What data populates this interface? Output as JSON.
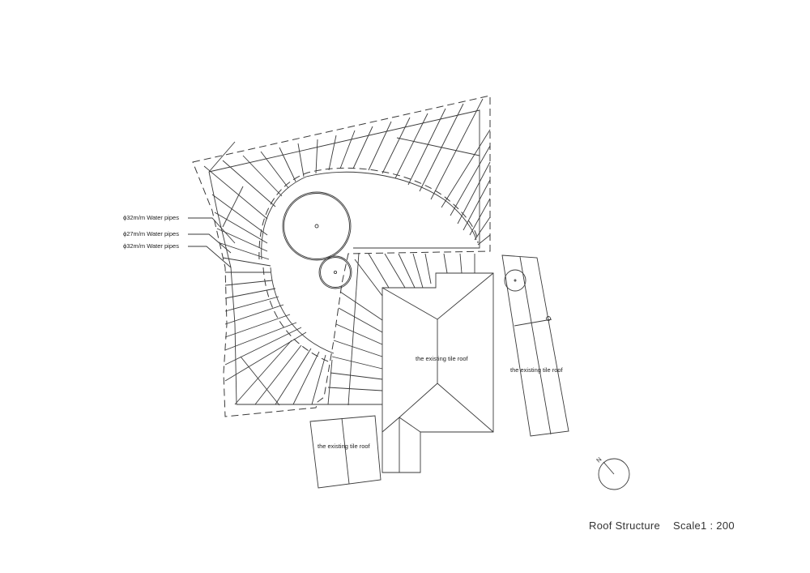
{
  "drawing": {
    "title": "Roof Structure",
    "scale": "Scale1 : 200"
  },
  "callouts": [
    {
      "label": "ϕ32m/m Water pipes"
    },
    {
      "label": "ϕ27m/m Water pipes"
    },
    {
      "label": "ϕ32m/m Water pipes"
    }
  ],
  "roofs": [
    {
      "label": "the existing tile roof",
      "position": "center"
    },
    {
      "label": "the existing tile roof",
      "position": "right"
    },
    {
      "label": "the existing tile roof",
      "position": "bottom-left"
    }
  ],
  "north_arrow": {
    "label": "N"
  },
  "colors": {
    "line": "#3a3a3a",
    "background": "#ffffff"
  }
}
